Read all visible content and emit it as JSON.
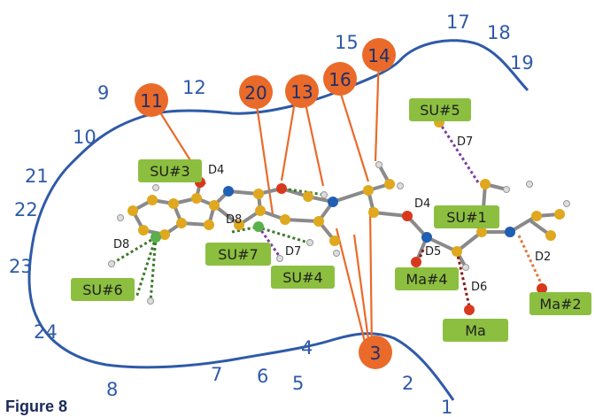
{
  "colors": {
    "outline": "#2f5aa8",
    "marker": "#ea6a2a",
    "tag_fill": "#8cbf3f",
    "bond": "#777777"
  },
  "outline_numbers": [
    "1",
    "2",
    "4",
    "5",
    "6",
    "7",
    "8",
    "9",
    "10",
    "12",
    "15",
    "17",
    "18",
    "19",
    "21",
    "22",
    "23",
    "24"
  ],
  "circled_numbers": [
    "3",
    "11",
    "13",
    "14",
    "16",
    "20"
  ],
  "site_tags": [
    "SU#5",
    "SU#3",
    "SU#1",
    "SU#7",
    "SU#4",
    "SU#6",
    "Ma#4",
    "Ma#2",
    "Ma"
  ],
  "distance_labels": [
    "D7",
    "D4",
    "D4",
    "D8",
    "D8",
    "D7",
    "D5",
    "D6",
    "D2"
  ],
  "caption": "Figure 8"
}
